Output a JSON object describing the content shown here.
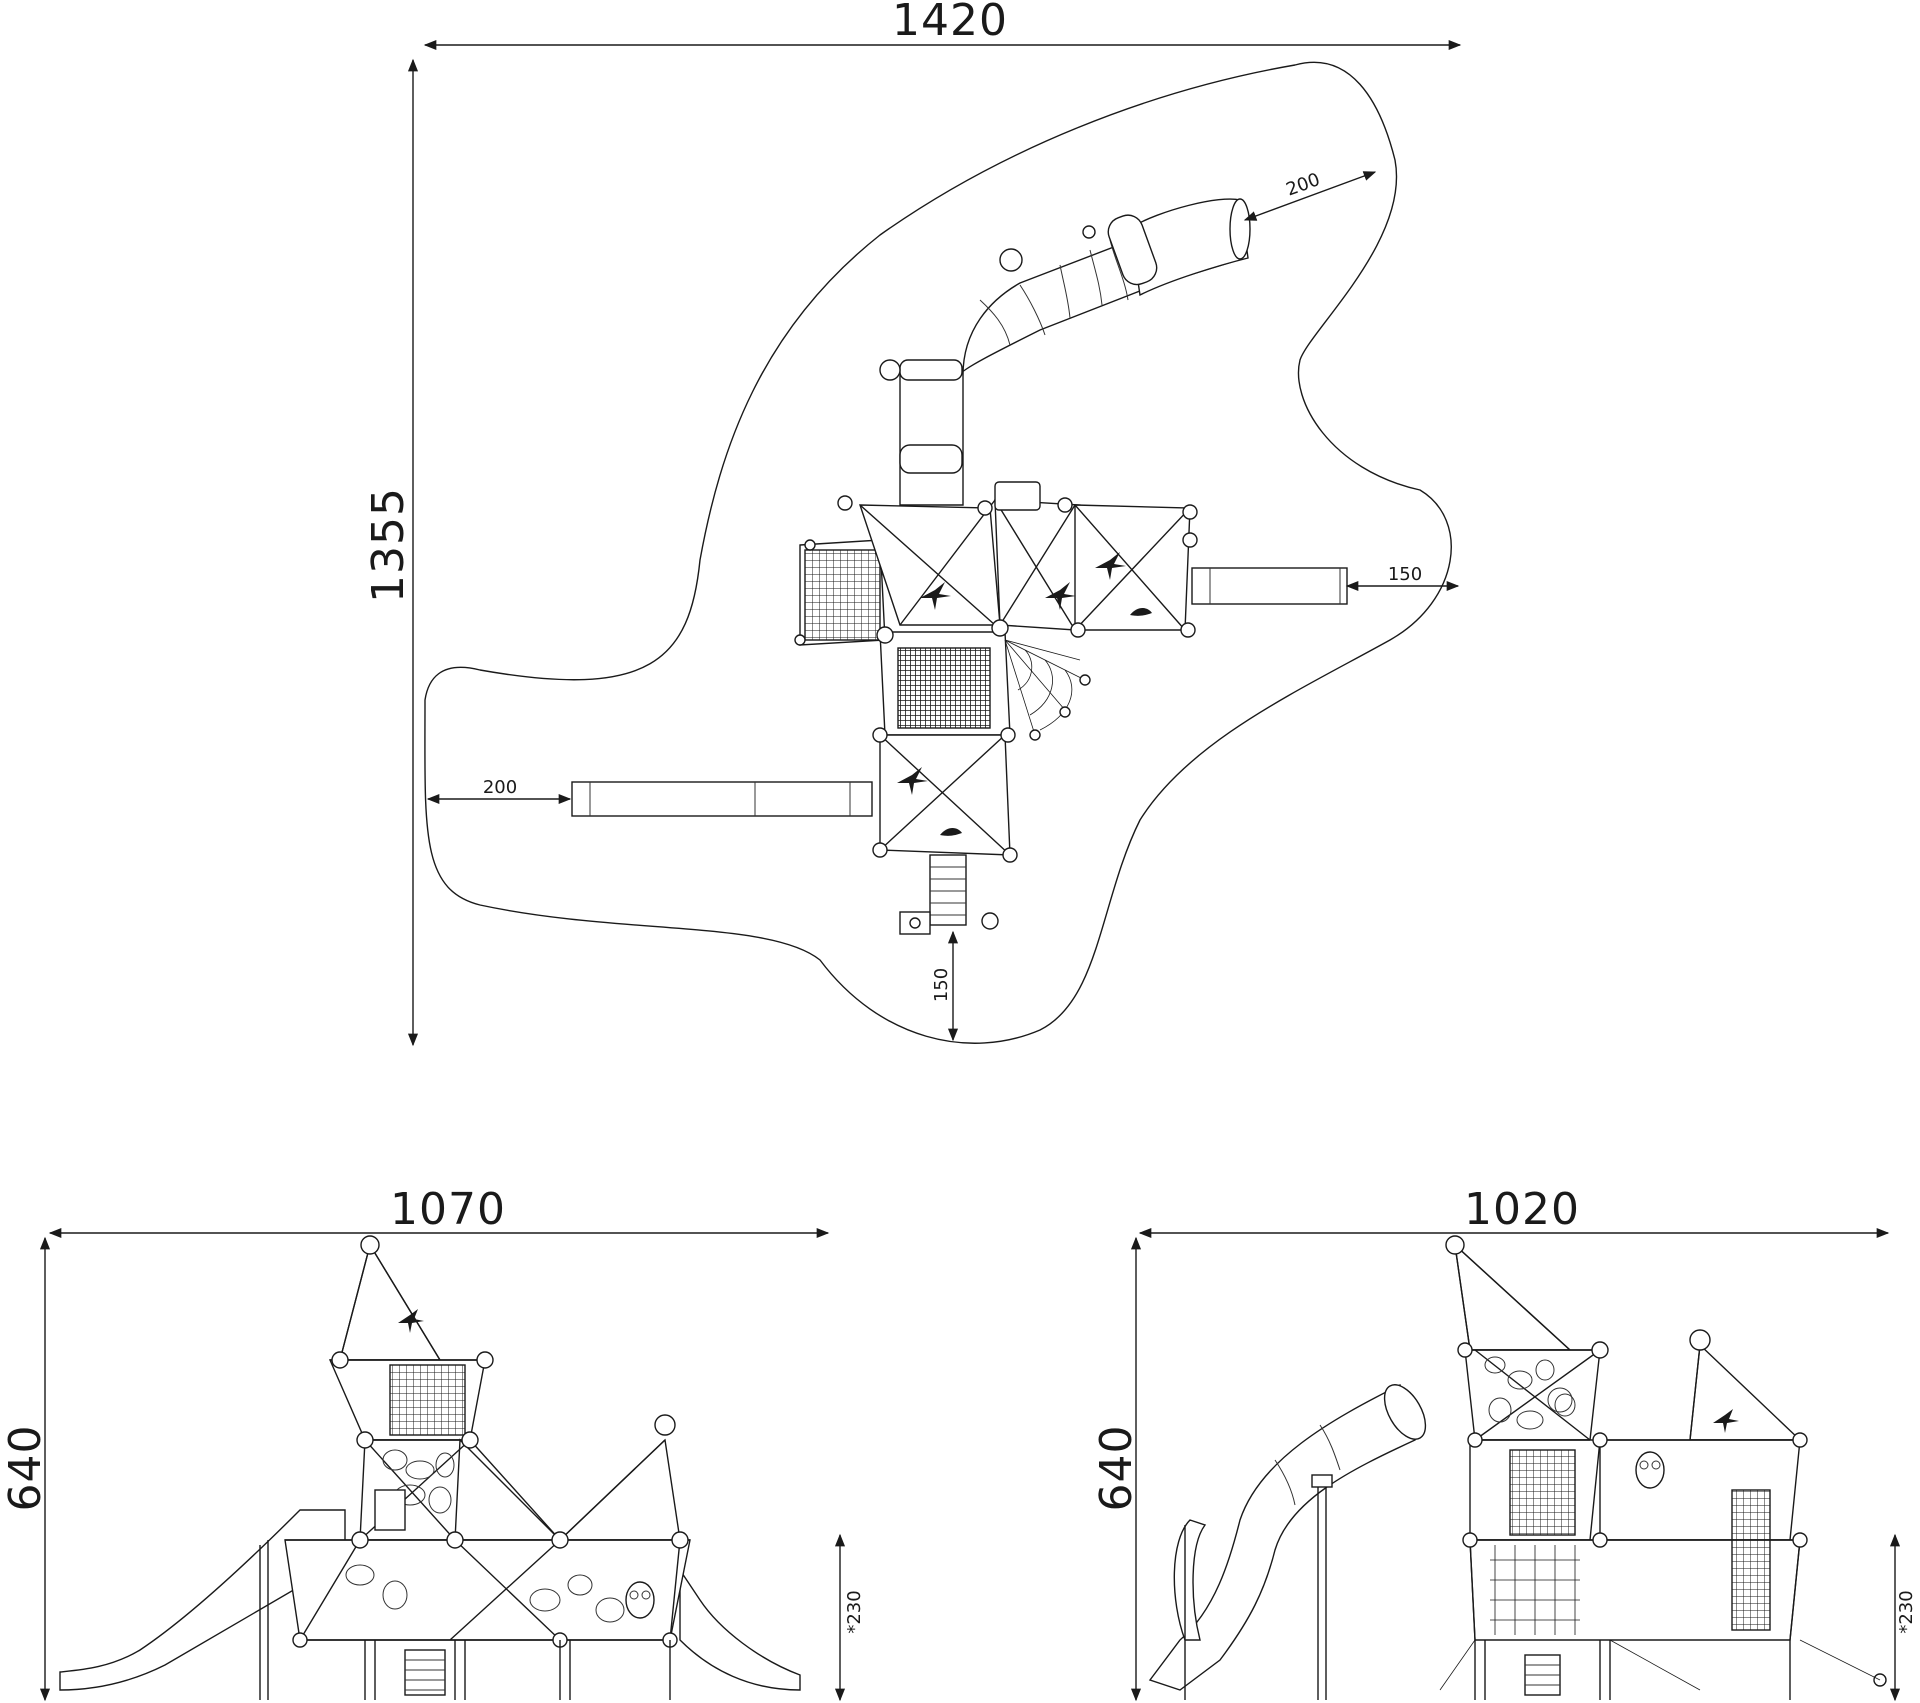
{
  "plan_view": {
    "width_label": "1420",
    "height_label": "1355",
    "clearance_slide_label": "200",
    "clearance_right_label": "150",
    "clearance_left_label": "200",
    "clearance_bottom_label": "150"
  },
  "front_elevation": {
    "width_label": "1070",
    "height_label": "640",
    "platform_height_label": "*230"
  },
  "side_elevation": {
    "width_label": "1020",
    "height_label": "640",
    "platform_height_label": "*230"
  },
  "colors": {
    "line": "#1a1a1a",
    "background": "#ffffff"
  }
}
